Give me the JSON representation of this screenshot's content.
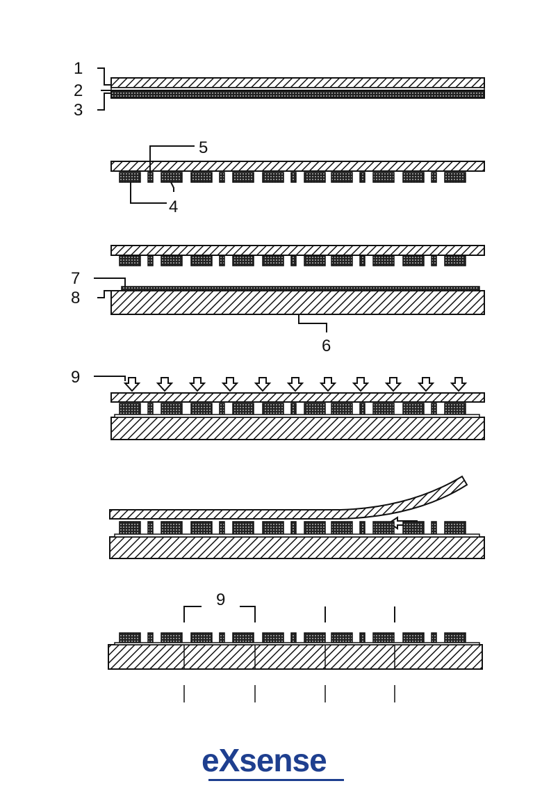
{
  "labels": {
    "l1": "1",
    "l2": "2",
    "l3": "3",
    "l4": "4",
    "l5": "5",
    "l6": "6",
    "l7": "7",
    "l8": "8",
    "l9a": "9",
    "l9b": "9"
  },
  "logo": {
    "text": "eXsense",
    "color": "#1e3f8f"
  },
  "colors": {
    "ink": "#111111",
    "background": "#ffffff"
  }
}
